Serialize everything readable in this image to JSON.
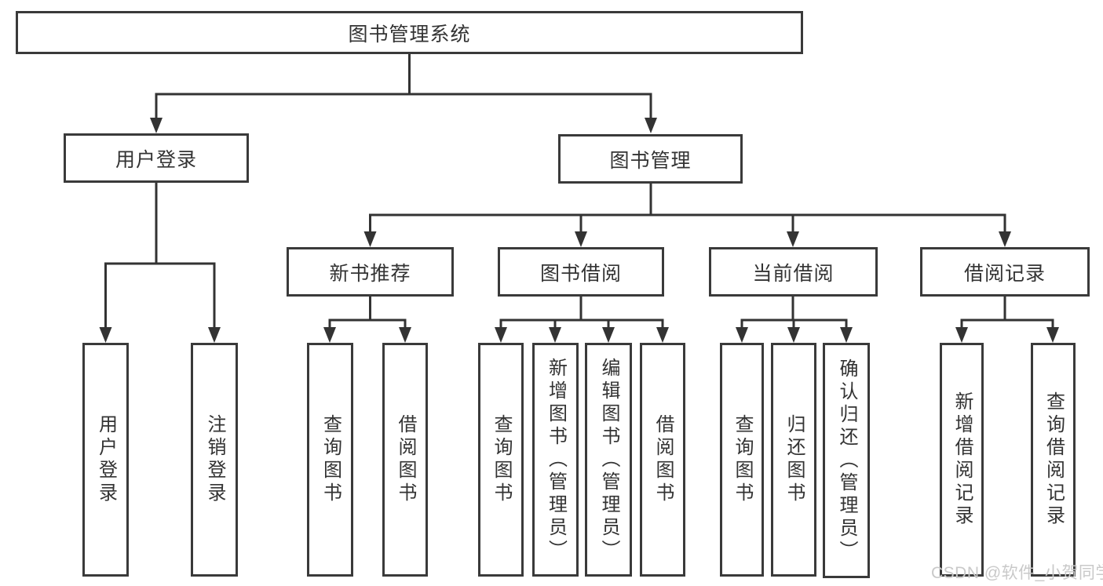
{
  "tree": {
    "label": "图书管理系统",
    "children": [
      {
        "label": "用户登录",
        "children": [
          {
            "label": "用户登录"
          },
          {
            "label": "注销登录"
          }
        ]
      },
      {
        "label": "图书管理",
        "children": [
          {
            "label": "新书推荐",
            "children": [
              {
                "label": "查询图书"
              },
              {
                "label": "借阅图书"
              }
            ]
          },
          {
            "label": "图书借阅",
            "children": [
              {
                "label": "查询图书"
              },
              {
                "label": "新增图书（管理员）"
              },
              {
                "label": "编辑图书（管理员）"
              },
              {
                "label": "借阅图书"
              }
            ]
          },
          {
            "label": "当前借阅",
            "children": [
              {
                "label": "查询图书"
              },
              {
                "label": "归还图书"
              },
              {
                "label": "确认归还（管理员）"
              }
            ]
          },
          {
            "label": "借阅记录",
            "children": [
              {
                "label": "新增借阅记录"
              },
              {
                "label": "查询借阅记录"
              }
            ]
          }
        ]
      }
    ]
  },
  "watermark": {
    "text": "CSDN @软件_小贺同学"
  },
  "colors": {
    "line": "#333333",
    "box_border": "#3a3a3a",
    "text": "#333333",
    "watermark_text": "#c9c9c9",
    "background": "#ffffff"
  }
}
